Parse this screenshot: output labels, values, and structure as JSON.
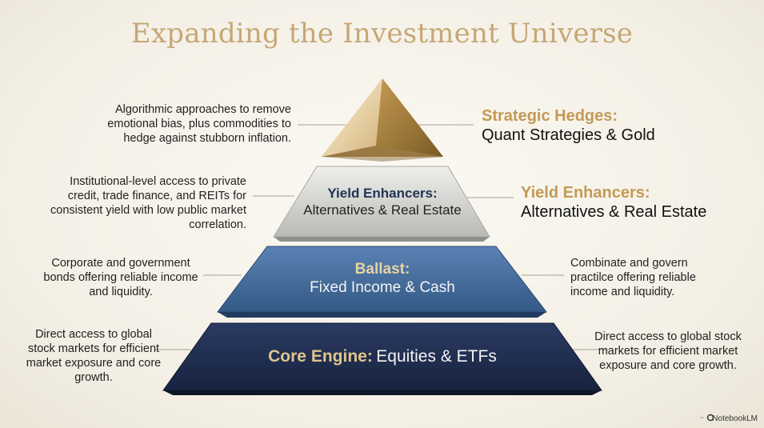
{
  "title": "Expanding the Investment Universe",
  "tiers": {
    "top": {
      "heading": "Strategic Hedges:",
      "subtitle": "Quant Strategies & Gold",
      "note": "Algorithmic approaches to remove emotional bias, plus commodities to hedge against stubborn inflation."
    },
    "second": {
      "heading": "Yield Enhancers:",
      "subtitle": "Alternatives & Real Estate",
      "side_heading": "Yield Enhancers:",
      "side_subtitle": "Alternatives & Real Estate",
      "note": "Institutional-level access to private credit, trade finance, and REITs for consistent yield with low public market correlation."
    },
    "third": {
      "heading": "Ballast:",
      "subtitle": "Fixed Income & Cash",
      "note_left": "Corporate and government bonds offering reliable income and liquidity.",
      "note_right": "Combinate and govern practilce offering reliable income and liquidity."
    },
    "base": {
      "heading": "Core Engine:",
      "subtitle": "Equities & ETFs",
      "note_left": "Direct access to global stock markets for efficient market exposure and core growth.",
      "note_right": "Direct access to global stock markets for efficient market exposure and core growth."
    }
  },
  "brand": "NotebookLM",
  "colors": {
    "gold": "#c29a55",
    "navy": "#1f2f52",
    "blue": "#3e6596",
    "silver": "#c9c9c6"
  }
}
